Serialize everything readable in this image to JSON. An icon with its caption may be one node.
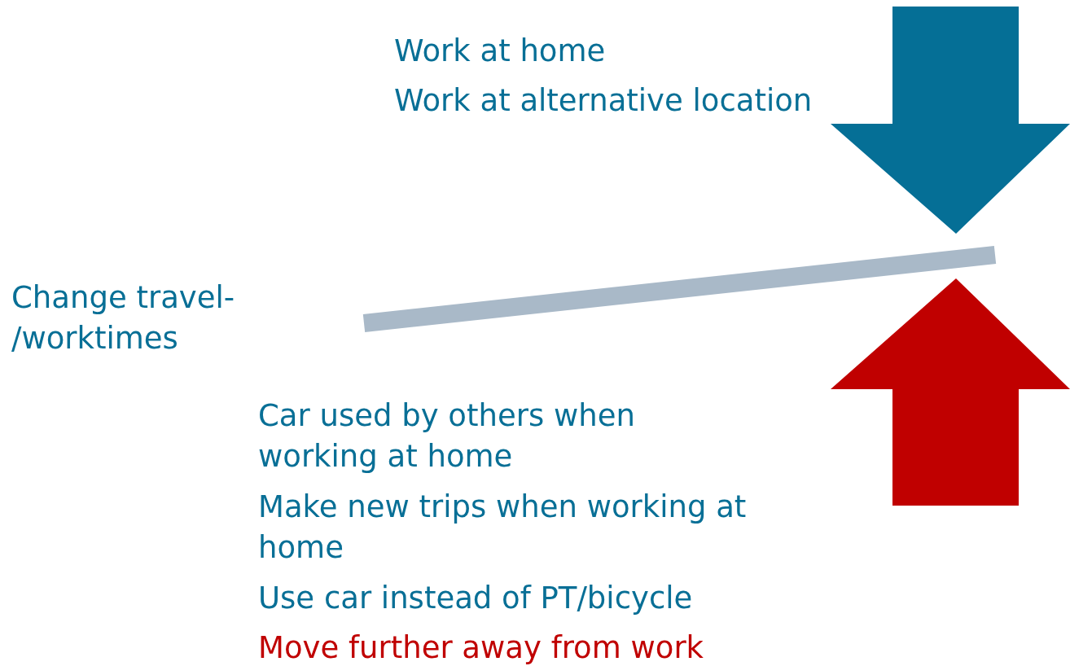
{
  "diagram": {
    "labels": [
      "Work at home",
      "Work at alternative location",
      "Change travel- /worktimes",
      "Car used by others when working at home",
      "Make new trips when working at home",
      "Use car instead of PT/bicycle",
      "Move further away from work"
    ]
  }
}
